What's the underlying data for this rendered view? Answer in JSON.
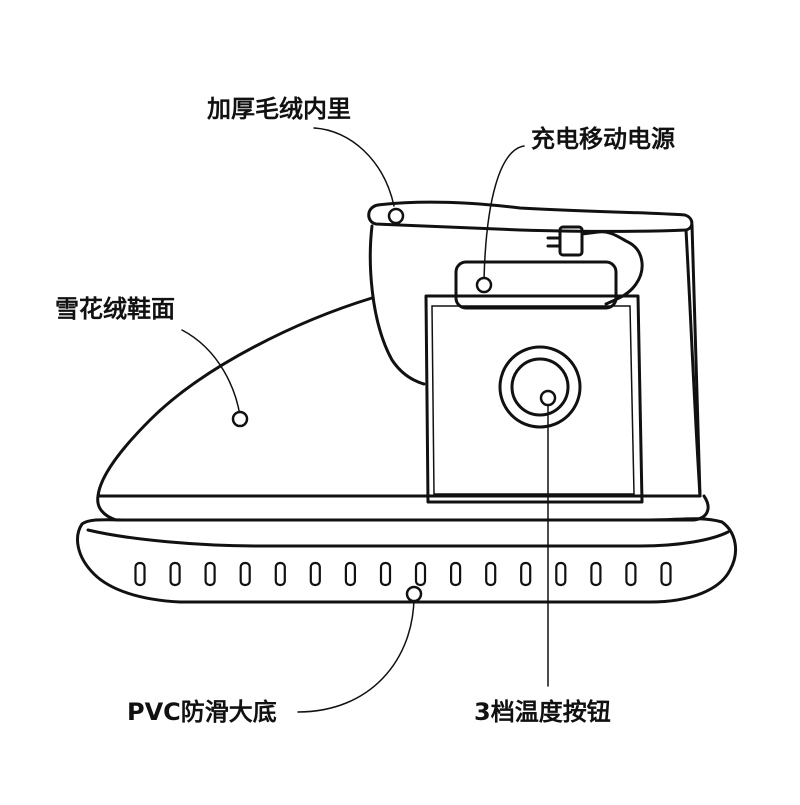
{
  "callouts": {
    "lining": "加厚毛绒内里",
    "power_bank": "充电移动电源",
    "upper": "雪花绒鞋面",
    "sole": "PVC防滑大底",
    "button": "3档温度按钮"
  },
  "colors": {
    "ink": "#111111",
    "background": "#ffffff"
  },
  "sole_tread_count": 16
}
